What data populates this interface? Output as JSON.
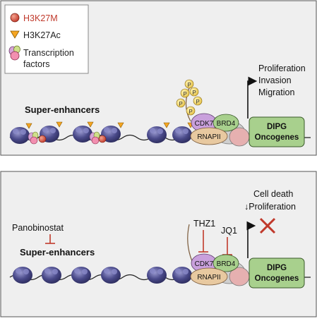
{
  "legend": {
    "items": [
      {
        "label": "H3K27M",
        "color": "#c0392b",
        "icon": "h3k27m-circle-icon"
      },
      {
        "label": "H3K27Ac",
        "color": "#222222",
        "icon": "h3k27ac-triangle-icon"
      },
      {
        "label_line1": "Transcription",
        "label_line2": "factors",
        "color": "#222222",
        "icon": "transcription-factors-icon"
      }
    ]
  },
  "top_panel": {
    "super_enhancers_label": "Super-enhancers",
    "phospho_label": "P",
    "cdk7_label": "CDK7",
    "brd4_label": "BRD4",
    "rnapii_label": "RNAPII",
    "outcomes": [
      "Proliferation",
      "Invasion",
      "Migration"
    ],
    "target_line1": "DIPG",
    "target_line2": "Oncogenes"
  },
  "bottom_panel": {
    "panobinostat_label": "Panobinostat",
    "super_enhancers_label": "Super-enhancers",
    "thz1_label": "THZ1",
    "jq1_label": "JQ1",
    "cdk7_label": "CDK7",
    "brd4_label": "BRD4",
    "rnapii_label": "RNAPII",
    "outcome_line1": "Cell death",
    "outcome_line2": "↓Proliferation",
    "target_line1": "DIPG",
    "target_line2": "Oncogenes"
  },
  "colors": {
    "panel_bg": "#efefef",
    "nucleosome": "#4a4a8a",
    "h3k27m": "#c0392b",
    "h3k27ac": "#f5a623",
    "oncogene_box": "#a8d08d",
    "cdk7": "#c9a0dc",
    "brd4": "#a8d08d",
    "rnapii": "#e8c9a0",
    "phospho": "#f5d76e",
    "inhibitor": "#c0392b"
  }
}
